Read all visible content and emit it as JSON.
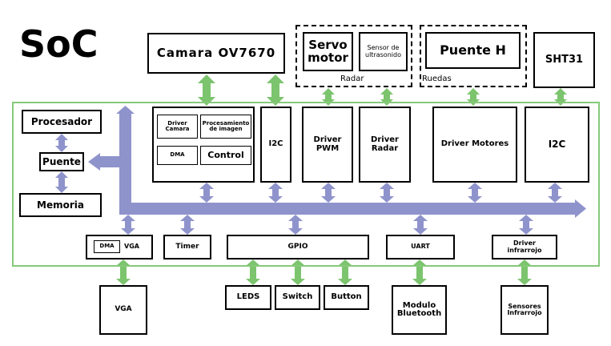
{
  "title": "SoC",
  "colors": {
    "green": "#7cc46e",
    "purple": "#8f93cc",
    "soc_border": "#86c97a"
  },
  "external": {
    "camara": "Camara OV7670",
    "servo": "Servo motor",
    "sensor_ultra": "Sensor de ultrasonido",
    "radar_label": "Radar",
    "puente_h": "Puente H",
    "ruedas_label": "Ruedas",
    "sht31": "SHT31"
  },
  "internal": {
    "procesador": "Procesador",
    "puente": "Puente",
    "memoria": "Memoria",
    "driver_camara": "Driver Camara",
    "procesamiento": "Procesamiento de imagen",
    "dma_cam": "DMA",
    "control": "Control",
    "i2c_left": "I2C",
    "driver_pwm": "Driver PWM",
    "driver_radar": "Driver Radar",
    "driver_motores": "Driver Motores",
    "i2c_right": "I2C",
    "dma_vga": "DMA",
    "vga_ctrl": "VGA",
    "timer": "Timer",
    "gpio": "GPIO",
    "uart": "UART",
    "driver_infrarrojo": "Driver infrarrojo"
  },
  "peripherals": {
    "vga": "VGA",
    "leds": "LEDS",
    "switch": "Switch",
    "button": "Button",
    "bluetooth": "Modulo Bluetooth",
    "sensores_ir": "Sensores Infrarrojo"
  }
}
